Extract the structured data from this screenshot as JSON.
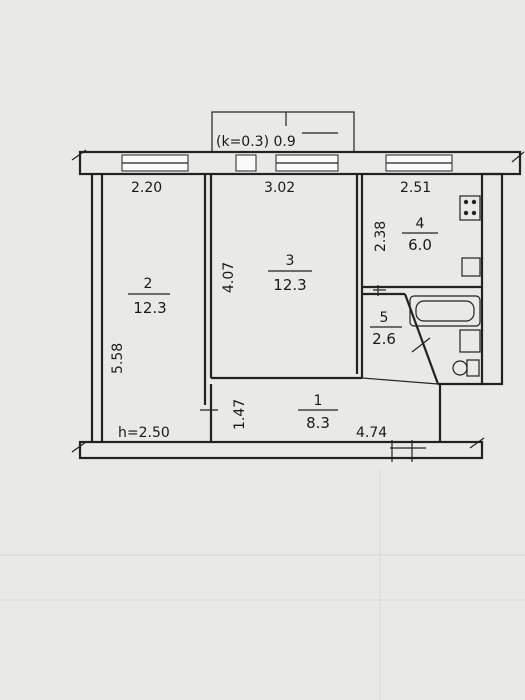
{
  "plan": {
    "balcony_label": "(k=0.3) 0.9",
    "ceiling_height": "h=2.50",
    "dimensions": {
      "room2_width": "2.20",
      "room3_width": "3.02",
      "room4_width": "2.51",
      "left_height": "5.58",
      "room3_depth": "4.07",
      "kitchen_depth": "2.38",
      "hall_depth": "1.47",
      "hall_width": "4.74"
    },
    "rooms": [
      {
        "number": "2",
        "area": "12.3"
      },
      {
        "number": "3",
        "area": "12.3"
      },
      {
        "number": "4",
        "area": "6.0"
      },
      {
        "number": "5",
        "area": "2.6"
      },
      {
        "number": "1",
        "area": "8.3"
      }
    ]
  }
}
